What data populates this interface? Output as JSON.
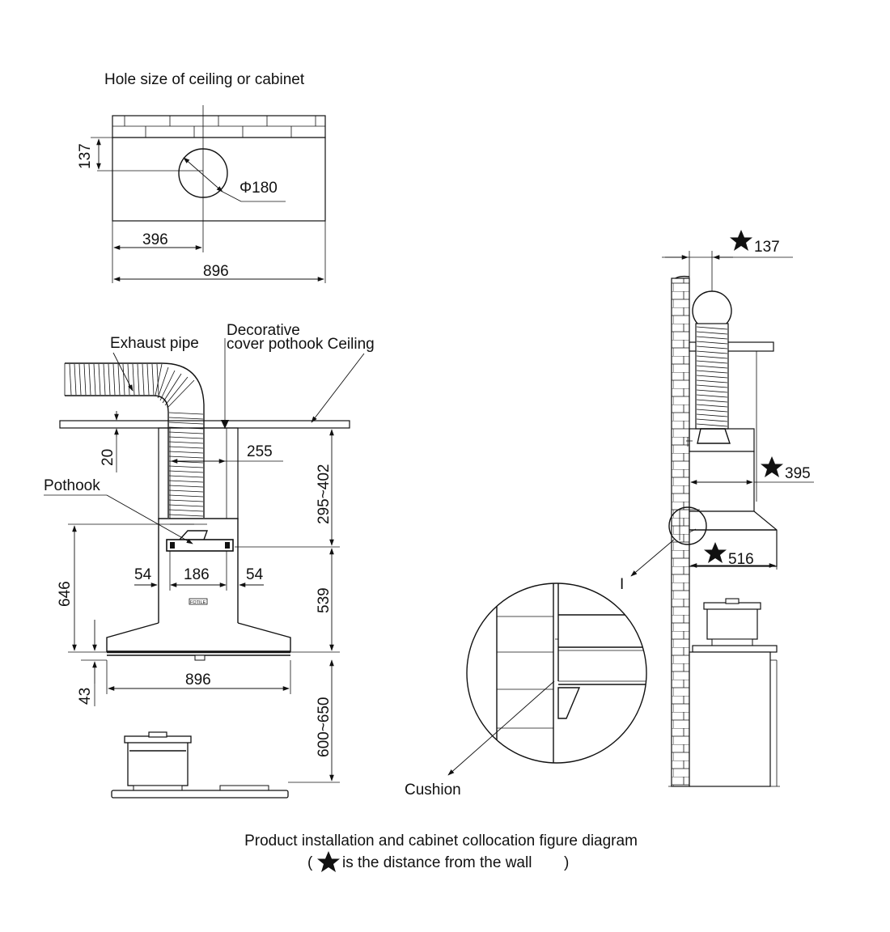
{
  "hole": {
    "title": "Hole size of ceiling or cabinet",
    "dim_137": "137",
    "dim_phi": "Φ180",
    "dim_396": "396",
    "dim_896": "896"
  },
  "front": {
    "exhaust_pipe": "Exhaust pipe",
    "decorative_1": "Decorative",
    "decorative_2": "cover pothook Ceiling",
    "pothook": "Pothook",
    "dim_20": "20",
    "dim_255": "255",
    "dim_295_402": "295~402",
    "dim_646": "646",
    "dim_54_left": "54",
    "dim_186": "186",
    "dim_54_right": "54",
    "dim_539": "539",
    "dim_43": "43",
    "dim_896": "896",
    "dim_600_650": "600~650",
    "brand_plate": "FOTILE"
  },
  "side": {
    "dim_137": "137",
    "dim_395": "395",
    "dim_516": "516",
    "detail_marker": "I",
    "cushion": "Cushion"
  },
  "caption": {
    "line1": "Product installation and cabinet collocation figure diagram",
    "line2_open": "(",
    "line2_text": "is the distance from the wall",
    "line2_close": ")"
  },
  "icons": {
    "star": "star-icon"
  }
}
